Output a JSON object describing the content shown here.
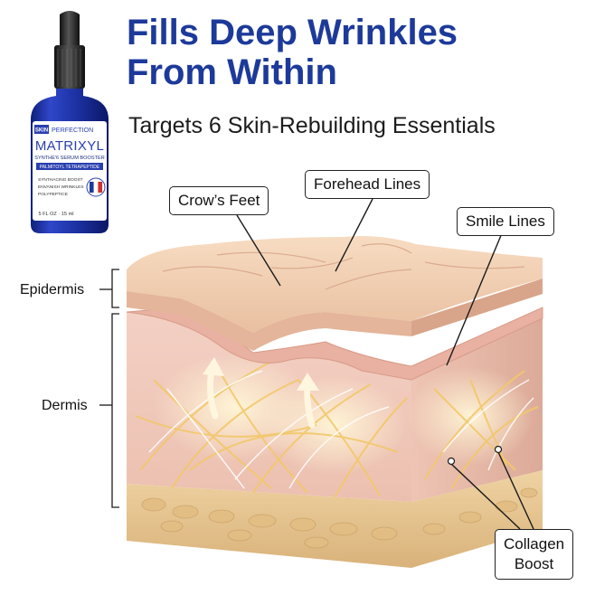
{
  "headline": {
    "line1": "Fills Deep Wrinkles",
    "line2": "From Within"
  },
  "subheadline": "Targets 6 Skin-Rebuilding Essentials",
  "product": {
    "brand_skin": "SKIN",
    "brand_perfection": "PERFECTION",
    "name": "MATRIXYL",
    "subtitle": "SYNTHE'6 SERUM BOOSTER",
    "ingredient_banner": "PALMITOYL TETRAPEPTIDE",
    "bullets": [
      "SYNTHACING BOOST",
      "ENVANISH WRINKLES",
      "POLYPEPTICE"
    ],
    "size": "5 FL OZ · 15 ml"
  },
  "callouts": {
    "crows_feet": "Crow’s Feet",
    "forehead_lines": "Forehead Lines",
    "smile_lines": "Smile Lines",
    "collagen_boost_line1": "Collagen",
    "collagen_boost_line2": "Boost"
  },
  "layers": {
    "epidermis": "Epidermis",
    "dermis": "Dermis"
  },
  "colors": {
    "headline": "#1d3a9a",
    "bottle_label": "#2a3fb0",
    "skin_top": "#f1cdb0",
    "dermis": "#f0c9bc",
    "fat_layer": "#e8c996",
    "fibers": "#f4d48a"
  }
}
